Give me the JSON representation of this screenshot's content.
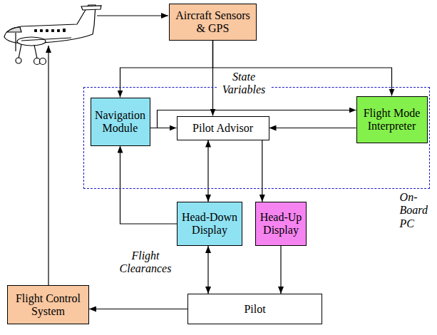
{
  "diagram": {
    "nodes": [
      {
        "text": [
          "Aircraft Sensors & GPS"
        ]
      },
      {
        "text": [
          "On-Board PC"
        ]
      },
      {
        "text": [
          "Navigation Module"
        ],
        "in": 1
      },
      {
        "text": [
          "Pilot Advisor"
        ],
        "in": 1
      },
      {
        "text": [
          "Flight Mode Interpreter"
        ],
        "in": 1
      },
      {
        "text": [
          "Head-Down Display"
        ]
      },
      {
        "text": [
          "Head-Up Display"
        ]
      },
      {
        "text": [
          "Flight Control System"
        ]
      },
      {
        "text": [
          "Pilot"
        ]
      }
    ],
    "edges": [
      {
        "from": 0,
        "to": 2,
        "arrow": "to"
      },
      {
        "from": 0,
        "to": 3,
        "label": "State Variables",
        "arrow": "to"
      },
      {
        "from": 0,
        "to": 4,
        "arrow": "to"
      },
      {
        "from": 2,
        "to": 3,
        "arrow": "to"
      },
      {
        "from": 2,
        "to": 4,
        "arrow": "to"
      },
      {
        "from": 4,
        "to": 3,
        "arrow": "to"
      },
      {
        "from": 3,
        "to": 5,
        "arrow": "both"
      },
      {
        "from": 3,
        "to": 6,
        "arrow": "to"
      },
      {
        "from": 5,
        "to": 2,
        "label": "Flight Clearances",
        "arrow": "to"
      },
      {
        "from": 5,
        "to": 8,
        "arrow": "both"
      },
      {
        "from": 6,
        "to": 8,
        "arrow": "to"
      },
      {
        "from": 8,
        "to": 7,
        "arrow": "to"
      }
    ]
  }
}
